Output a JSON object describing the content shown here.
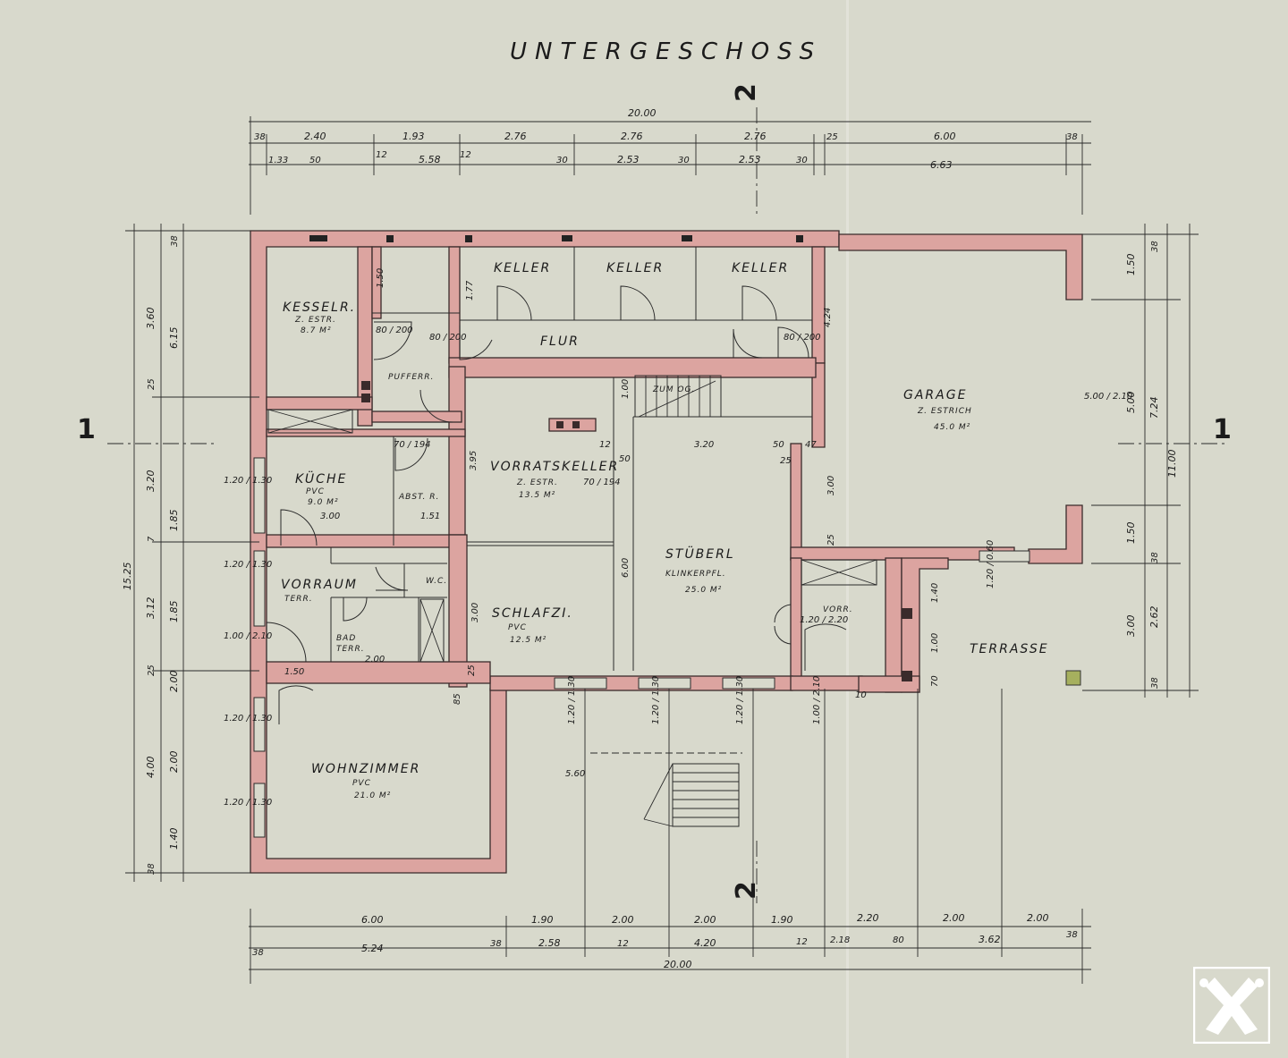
{
  "title": "UNTERGESCHOSS",
  "section_marks": {
    "one": "1",
    "two": "2"
  },
  "rooms": {
    "kessel": {
      "name": "KESSELR.",
      "floor": "Z. ESTR.",
      "area": "8.7 M²"
    },
    "keller1": {
      "name": "KELLER"
    },
    "keller2": {
      "name": "KELLER"
    },
    "keller3": {
      "name": "KELLER"
    },
    "flur": {
      "name": "FLUR"
    },
    "puffer": {
      "name": "PUFFERR."
    },
    "zumog": {
      "name": "ZUM OG."
    },
    "garage": {
      "name": "GARAGE",
      "floor": "Z. ESTRICH",
      "area": "45.0 M²"
    },
    "kueche": {
      "name": "KÜCHE",
      "floor": "PVC",
      "area": "9.0 M²"
    },
    "abst": {
      "name": "ABST. R."
    },
    "vorrat": {
      "name": "VORRATSKELLER",
      "floor": "Z. ESTR.",
      "area": "13.5 M²"
    },
    "stueberl": {
      "name": "STÜBERL",
      "floor": "KLINKERPFL.",
      "area": "25.0 M²"
    },
    "vorraum": {
      "name": "VORRAUM",
      "floor": "TERR."
    },
    "wc": {
      "name": "W.C."
    },
    "bad": {
      "name": "BAD",
      "floor": "TERR."
    },
    "schlaf": {
      "name": "SCHLAFZI.",
      "floor": "PVC",
      "area": "12.5 M²"
    },
    "vorr": {
      "name": "VORR."
    },
    "terrasse": {
      "name": "TERRASSE"
    },
    "wohn": {
      "name": "WOHNZIMMER",
      "floor": "PVC",
      "area": "21.0 M²"
    }
  },
  "dims_top": {
    "total": "20.00",
    "row1": [
      "38",
      "2.40",
      "1.93",
      "2.76",
      "2.76",
      "2.76",
      "25",
      "6.00",
      "38"
    ],
    "row2": [
      "1.33",
      "50",
      "12",
      "5.58",
      "12",
      "30",
      "2.53",
      "30",
      "2.53",
      "30",
      "6.63"
    ]
  },
  "dims_bottom": {
    "row1": [
      "6.00",
      "1.90",
      "2.00",
      "2.00",
      "1.90",
      "2.20",
      "2.00",
      "2.00"
    ],
    "row2": [
      "38",
      "5.24",
      "38",
      "2.58",
      "12",
      "4.20",
      "12",
      "2.18",
      "80",
      "3.62",
      "38"
    ],
    "total": "20.00"
  },
  "dims_left": {
    "outer": [
      "15.25"
    ],
    "col1": [
      "3.60",
      "25",
      "3.20",
      "7",
      "3.12",
      "25",
      "4.00",
      "38"
    ],
    "col2": [
      "38",
      "6.15",
      "1.85",
      "1.85",
      "2.00",
      "2.00",
      "1.40"
    ]
  },
  "dims_right": {
    "outer": [
      "11.00"
    ],
    "col1": [
      "1.50",
      "5.00",
      "1.50",
      "3.00"
    ],
    "col2": [
      "38",
      "7.24",
      "38",
      "2.62",
      "38"
    ]
  },
  "dims_inner": {
    "k_150": "1.50",
    "k_177": "1.77",
    "k_424": "4.24",
    "k_500_210": "5.00 / 2.10",
    "d_80_200": "80 / 200",
    "d_70_194": "70 / 194",
    "s_320": "3.20",
    "s_50": "50",
    "s_47": "47",
    "s_25": "25",
    "s_12": "12",
    "s_100": "1.00",
    "v_395": "3.95",
    "v_151": "1.51",
    "v_300": "3.00",
    "k_300": "3.00",
    "s_600": "6.00",
    "s_300": "3.00",
    "vo_120": "1.20 / 2.20",
    "b_200": "2.00",
    "w_150": "1.50",
    "t_140": "1.40",
    "t_100": "1.00",
    "t_70": "70",
    "t_120_060": "1.20 / 0.60",
    "stair_560": "5.60",
    "g_300": "3.00",
    "g_25": "25",
    "w_120_130": "1.20 / 1.30",
    "w_100_210": "1.00 / 2.10",
    "f_100_210": "1.00 / 2.10",
    "f_85": "85",
    "f_25": "25",
    "f_10": "10"
  },
  "colors": {
    "wall": "#dca4a0",
    "paper": "#d8d9cc",
    "ink": "#1b1b1b",
    "logo": "#ffffff"
  },
  "logo": {
    "icon": "raiffeisen-gable-cross-icon"
  }
}
